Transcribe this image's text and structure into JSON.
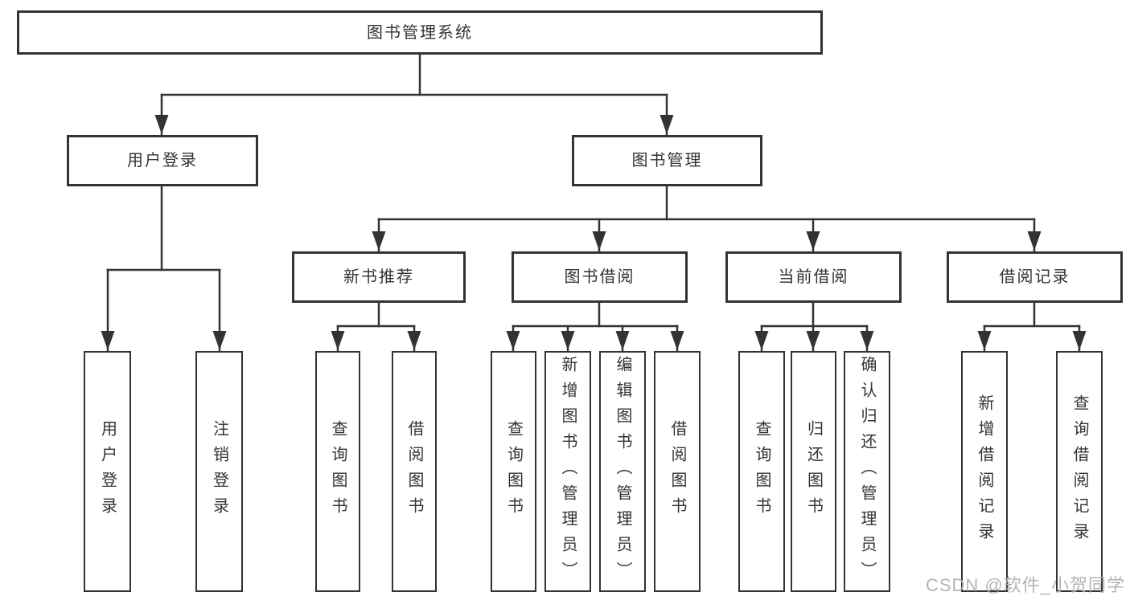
{
  "colors": {
    "line": "#333333",
    "box_border": "#333333",
    "text": "#333333",
    "background": "#ffffff",
    "watermark": "#abaeb3"
  },
  "watermark": {
    "text": "CSDN @软件_小贺同学"
  },
  "tree": {
    "root": {
      "label": "图书管理系统"
    },
    "branches": [
      {
        "label": "用户登录",
        "children": [
          {
            "label": "用户登录"
          },
          {
            "label": "注销登录"
          }
        ]
      },
      {
        "label": "图书管理",
        "children": [
          {
            "label": "新书推荐",
            "children": [
              {
                "label": "查询图书"
              },
              {
                "label": "借阅图书"
              }
            ]
          },
          {
            "label": "图书借阅",
            "children": [
              {
                "label": "查询图书"
              },
              {
                "label": "新增图书（管理员）"
              },
              {
                "label": "编辑图书（管理员）"
              },
              {
                "label": "借阅图书"
              }
            ]
          },
          {
            "label": "当前借阅",
            "children": [
              {
                "label": "查询图书"
              },
              {
                "label": "归还图书"
              },
              {
                "label": "确认归还（管理员）"
              }
            ]
          },
          {
            "label": "借阅记录",
            "children": [
              {
                "label": "新增借阅记录"
              },
              {
                "label": "查询借阅记录"
              }
            ]
          }
        ]
      }
    ]
  }
}
